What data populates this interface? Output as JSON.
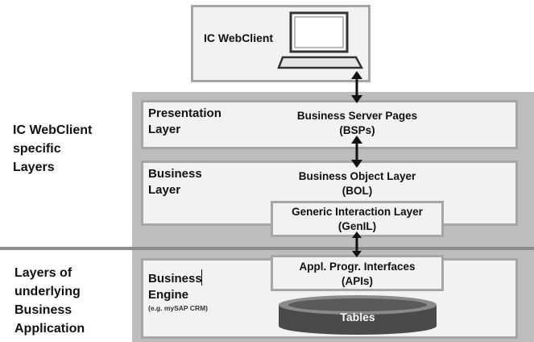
{
  "client": {
    "label": "IC WebClient"
  },
  "side_labels": {
    "upper": [
      "IC WebClient",
      "specific",
      "Layers"
    ],
    "lower": [
      "Layers of",
      "underlying",
      "Business",
      "Application"
    ]
  },
  "layers": {
    "presentation": {
      "title": [
        "Presentation",
        "Layer"
      ],
      "content": [
        "Business Server Pages",
        "(BSPs)"
      ]
    },
    "business": {
      "title": [
        "Business",
        "Layer"
      ],
      "content": [
        "Business Object Layer",
        "(BOL)"
      ]
    },
    "genil": {
      "content": [
        "Generic Interaction Layer",
        "(GenIL)"
      ]
    },
    "engine": {
      "title": [
        "Business",
        "Engine"
      ],
      "note": "(e.g. mySAP CRM)"
    },
    "api": {
      "content": [
        "Appl. Progr. Interfaces",
        "(APIs)"
      ]
    }
  },
  "tables": {
    "label": "Tables"
  },
  "colors": {
    "band": "#bdbdbd",
    "box": "#f2f2f2",
    "border": "#a6a6a6",
    "divider": "#8c8c8c"
  },
  "icons": [
    "computer-icon",
    "double-arrow-icon",
    "database-icon"
  ]
}
